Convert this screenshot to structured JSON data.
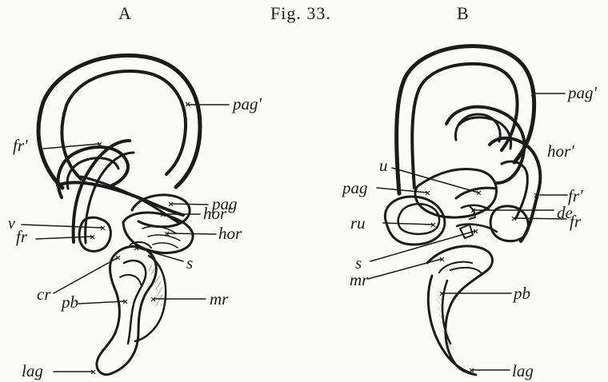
{
  "figure": {
    "title": "Fig. 33.",
    "panel_a": "A",
    "panel_b": "B"
  },
  "labels_a": {
    "pag_prime": "pag'",
    "fr_prime": "fr'",
    "pag": "pag",
    "hor_prime": "hor'",
    "v": "v",
    "hor": "hor",
    "fr": "fr",
    "s": "s",
    "cr": "cr",
    "pb": "pb",
    "mr": "mr",
    "lag": "lag"
  },
  "labels_b": {
    "pag_prime": "pag'",
    "hor_prime": "hor'",
    "u": "u",
    "pag": "pag",
    "fr_prime": "fr'",
    "ru": "ru",
    "de": "de",
    "fr": "fr",
    "s": "s",
    "mr": "mr",
    "pb": "pb",
    "lag": "lag"
  }
}
